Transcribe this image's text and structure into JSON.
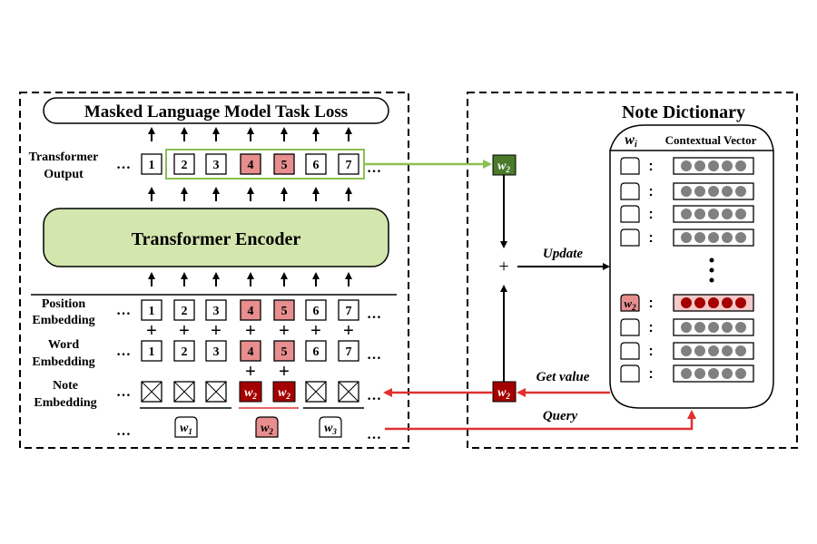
{
  "left_panel": {
    "loss_label": "Masked Language Model Task Loss",
    "encoder_label": "Transformer Encoder",
    "row_labels": {
      "transformer_output": [
        "Transformer",
        "Output"
      ],
      "position_embedding": [
        "Position",
        "Embedding"
      ],
      "word_embedding": [
        "Word",
        "Embedding"
      ],
      "note_embedding": [
        "Note",
        "Embedding"
      ]
    },
    "tokens": [
      "1",
      "2",
      "3",
      "4",
      "5",
      "6",
      "7"
    ],
    "highlighted_indices": [
      3,
      4
    ],
    "ellipsis": "…",
    "plus": "+",
    "note_cells": [
      "x",
      "x",
      "x",
      "w2",
      "w2",
      "x",
      "x"
    ],
    "words": [
      {
        "base": "w",
        "sub": "1",
        "highlighted": false
      },
      {
        "base": "w",
        "sub": "2",
        "highlighted": true
      },
      {
        "base": "w",
        "sub": "3",
        "highlighted": false
      }
    ]
  },
  "middle": {
    "token_base": "w",
    "token_sub": "2",
    "plus": "+",
    "update_label": "Update",
    "get_value_label": "Get value",
    "query_label": "Query"
  },
  "right_panel": {
    "title": "Note Dictionary",
    "col_key": {
      "base": "w",
      "sub": "i"
    },
    "col_vector": "Contextual Vector",
    "rows": [
      {
        "key": "",
        "highlighted": false
      },
      {
        "key": "",
        "highlighted": false
      },
      {
        "key": "",
        "highlighted": false
      },
      {
        "key": "",
        "highlighted": false
      },
      {
        "key": "w2",
        "highlighted": true
      },
      {
        "key": "",
        "highlighted": false
      },
      {
        "key": "",
        "highlighted": false
      },
      {
        "key": "",
        "highlighted": false
      }
    ],
    "colon": ":",
    "vector_dims": 5
  },
  "colors": {
    "highlight_fill": "#e88e8e",
    "dark_red": "#a50000",
    "red_arrow": "#e03030",
    "green_line": "#8cc050",
    "green_box": "#4a7a2a",
    "encoder_fill": "#d3e6ad",
    "gray_dot": "#808080",
    "vector_highlight_fill": "#f4c9c9"
  }
}
